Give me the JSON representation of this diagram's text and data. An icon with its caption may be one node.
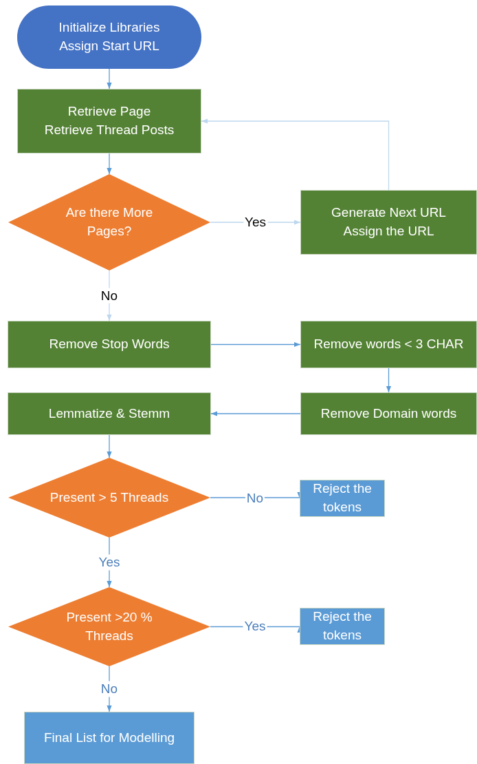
{
  "diagram": {
    "nodes": [
      {
        "text": [
          "Initialize Libraries",
          "Assign Start URL"
        ]
      },
      {
        "text": [
          "Retrieve Page",
          "Retrieve Thread Posts"
        ]
      },
      {
        "text": [
          "Are there More Pages?"
        ]
      },
      {
        "text": [
          "Generate Next URL",
          "Assign the URL"
        ]
      },
      {
        "text": [
          "Remove Stop Words"
        ]
      },
      {
        "text": [
          "Remove words < 3 CHAR"
        ]
      },
      {
        "text": [
          "Lemmatize & Stemm"
        ]
      },
      {
        "text": [
          "Remove Domain words"
        ]
      },
      {
        "text": [
          "Present > 5 Threads"
        ]
      },
      {
        "text": [
          "Reject the tokens"
        ]
      },
      {
        "text": [
          "Present >20 % Threads"
        ]
      },
      {
        "text": [
          "Reject the tokens"
        ]
      },
      {
        "text": [
          "Final List for Modelling"
        ]
      }
    ],
    "edges": [
      {
        "from": 0,
        "to": 1,
        "arrow": "to"
      },
      {
        "from": 1,
        "to": 2,
        "arrow": "to"
      },
      {
        "from": 2,
        "to": 3,
        "arrow": "to",
        "label": "Yes",
        "color": "#bdd7ee"
      },
      {
        "from": 3,
        "to": 1,
        "arrow": "to",
        "color": "#bdd7ee"
      },
      {
        "from": 2,
        "to": 4,
        "arrow": "to",
        "label": "No",
        "color": "#bdd7ee"
      },
      {
        "from": 4,
        "to": 5,
        "arrow": "to"
      },
      {
        "from": 5,
        "to": 7,
        "arrow": "to"
      },
      {
        "from": 7,
        "to": 6,
        "arrow": "to"
      },
      {
        "from": 6,
        "to": 8,
        "arrow": "to"
      },
      {
        "from": 8,
        "to": 9,
        "arrow": "to",
        "label": "No"
      },
      {
        "from": 8,
        "to": 10,
        "arrow": "to",
        "label": "Yes"
      },
      {
        "from": 10,
        "to": 11,
        "arrow": "to",
        "label": "Yes"
      },
      {
        "from": 10,
        "to": 12,
        "arrow": "to",
        "label": "No"
      }
    ]
  }
}
